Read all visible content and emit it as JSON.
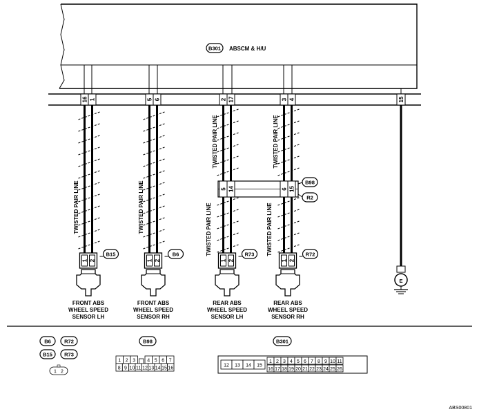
{
  "unit": {
    "connector": "B301",
    "name": "ABSCM & H/U"
  },
  "unit_pins": [
    {
      "wire": "lh",
      "pins": [
        "16",
        "1"
      ]
    },
    {
      "wire": "rh",
      "pins": [
        "5",
        "6"
      ]
    },
    {
      "wire": "rlh",
      "pins": [
        "2",
        "17"
      ]
    },
    {
      "wire": "rrh",
      "pins": [
        "3",
        "4"
      ]
    },
    {
      "wire": "gnd",
      "pins": [
        "15"
      ]
    }
  ],
  "twisted_label": "TWISTED  PAIR LINE",
  "joint_connector": {
    "top": "B98",
    "bottom": "R2",
    "pins": [
      "5",
      "14",
      "6",
      "15"
    ]
  },
  "sensors": [
    {
      "connector": "B15",
      "pins": [
        "1",
        "2"
      ],
      "label": [
        "FRONT ABS",
        "WHEEL SPEED",
        "SENSOR LH"
      ]
    },
    {
      "connector": "B6",
      "pins": [
        "1",
        "2"
      ],
      "label": [
        "FRONT ABS",
        "WHEEL SPEED",
        "SENSOR RH"
      ]
    },
    {
      "connector": "R73",
      "pins": [
        "1",
        "2"
      ],
      "label": [
        "REAR ABS",
        "WHEEL SPEED",
        "SENSOR LH"
      ]
    },
    {
      "connector": "R72",
      "pins": [
        "1",
        "2"
      ],
      "label": [
        "REAR ABS",
        "WHEEL SPEED",
        "SENSOR RH"
      ]
    }
  ],
  "ground": {
    "label": "E"
  },
  "legend": {
    "group1_connectors": [
      "B6",
      "R72",
      "B15",
      "R73"
    ],
    "group1_pins": [
      "1",
      "2"
    ],
    "b98": {
      "name": "B98",
      "row1": [
        "1",
        "2",
        "3",
        "",
        "4",
        "5",
        "6",
        "7"
      ],
      "row2": [
        "8",
        "9",
        "10",
        "11",
        "12",
        "13",
        "14",
        "15",
        "16"
      ]
    },
    "b301": {
      "name": "B301",
      "left": [
        "12",
        "13",
        "14",
        "15"
      ],
      "row1": [
        "1",
        "2",
        "3",
        "4",
        "5",
        "6",
        "7",
        "8",
        "9",
        "10",
        "11"
      ],
      "row2": [
        "16",
        "17",
        "18",
        "19",
        "20",
        "21",
        "22",
        "23",
        "24",
        "25",
        "26"
      ]
    }
  },
  "figure_id": "ABS00801"
}
